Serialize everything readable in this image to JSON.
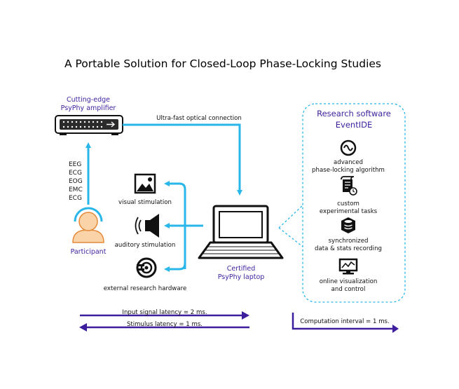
{
  "title": "A Portable Solution for Closed-Loop Phase-Locking Studies",
  "amplifier": {
    "label_line1": "Cutting-edge",
    "label_line2": "PsyPhy amplifier"
  },
  "connection_label": "Ultra-fast optical connection",
  "signals": [
    "EEG",
    "ECG",
    "EOG",
    "EMC",
    "ECG"
  ],
  "participant_label": "Participant",
  "stimulation": {
    "visual": "visual stimulation",
    "auditory": "auditory stimulation",
    "hardware": "external research hardware"
  },
  "laptop": {
    "label_line1": "Certified",
    "label_line2": "PsyPhy laptop"
  },
  "software_panel": {
    "title_line1": "Research software",
    "title_line2": "EventIDE",
    "features": [
      {
        "icon": "phase-wave-icon",
        "line1": "advanced",
        "line2": "phase-locking algorithm"
      },
      {
        "icon": "scroll-clock-icon",
        "line1": "custom",
        "line2": "experimental tasks"
      },
      {
        "icon": "database-icon",
        "line1": "synchronized",
        "line2": "data & stats recording"
      },
      {
        "icon": "monitor-chart-icon",
        "line1": "online visualization",
        "line2": "and control"
      }
    ]
  },
  "legend": {
    "input_latency": "Input signal latency = 2 ms.",
    "stimulus_latency": "Stimulus latency = 1 ms.",
    "computation_interval": "Computation interval = 1  ms."
  },
  "colors": {
    "accent_blue": "#29b6e8",
    "purple": "#3d1f9e",
    "skin": "#fbd3a8",
    "skin_stroke": "#e58a3a"
  }
}
